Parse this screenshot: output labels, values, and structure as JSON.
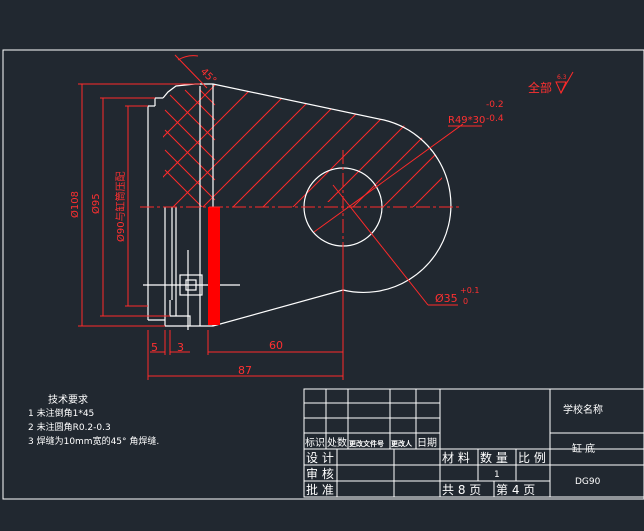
{
  "colors": {
    "background": "#212830",
    "white_line": "#ffffff",
    "red_line": "#ff2a2a",
    "weld_fill": "#ff0000"
  },
  "annotations": {
    "chamfer_angle": "45°",
    "surface_finish": "全部",
    "surface_finish_value": "6.3",
    "hole_spec": "R49*30",
    "hole_tol_upper": "-0.2",
    "hole_tol_lower": "-0.4",
    "dia_108": "Ø108",
    "dia_95": "Ø95",
    "dia_90": "Ø90与缸筒压配",
    "dia_35": "Ø35",
    "tol_35_upper": "+0.1",
    "tol_35_lower": "0",
    "dim_5": "5",
    "dim_3": "3",
    "dim_60": "60",
    "dim_87": "87"
  },
  "tech_req": {
    "title": "技术要求",
    "lines": [
      "1 未注倒角1*45",
      "2 未注圆角R0.2-0.3",
      "3 焊缝为10mm宽的45° 角焊缝."
    ]
  },
  "title_block": {
    "school": "学校名称",
    "part_name": "缸 底",
    "drawing_no": "DG90",
    "rev_headers": [
      "标识",
      "处数",
      "更改文件号",
      "更改人",
      "日期"
    ],
    "role_design": "设 计",
    "role_check": "审 核",
    "role_approve": "批 准",
    "material_label": "材 料",
    "quantity_label": "数 量",
    "scale_label": "比 例",
    "quantity_value": "1",
    "sheets": "共 8 页",
    "sheet_no": "第 4 页"
  }
}
